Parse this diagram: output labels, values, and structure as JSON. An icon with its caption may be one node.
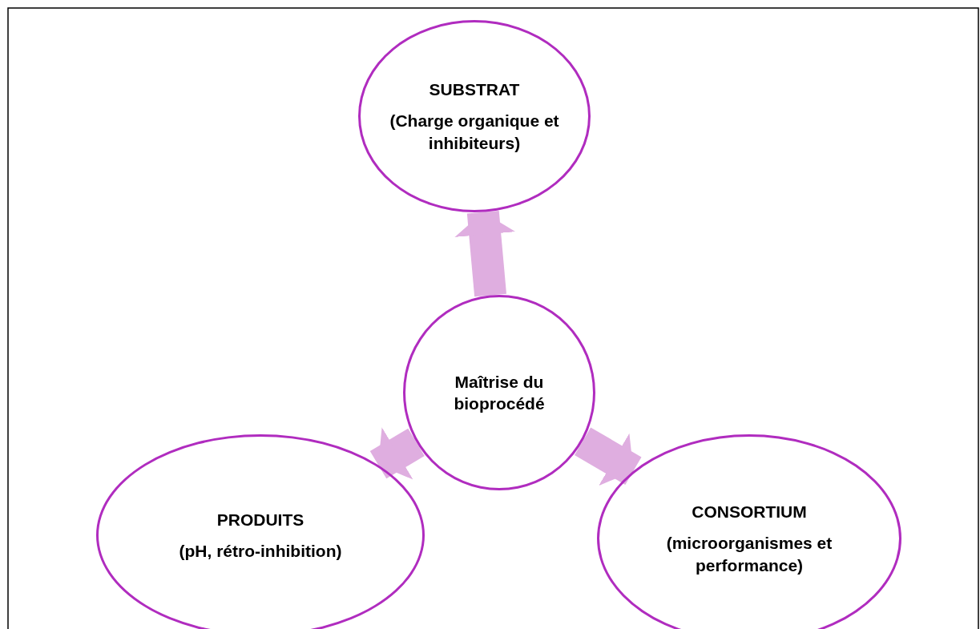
{
  "diagram": {
    "nodes": [
      {
        "text": [
          "SUBSTRAT",
          "(Charge organique et inhibiteurs)"
        ]
      },
      {
        "text": [
          "Maîtrise du bioprocédé"
        ]
      },
      {
        "text": [
          "PRODUITS",
          "(pH, rétro-inhibition)"
        ]
      },
      {
        "text": [
          "CONSORTIUM",
          "(microorganismes et performance)"
        ]
      }
    ],
    "edges": [
      {
        "from": 1,
        "to": 0,
        "arrow": "to"
      },
      {
        "from": 1,
        "to": 2,
        "arrow": "to"
      },
      {
        "from": 1,
        "to": 3,
        "arrow": "to"
      }
    ]
  }
}
